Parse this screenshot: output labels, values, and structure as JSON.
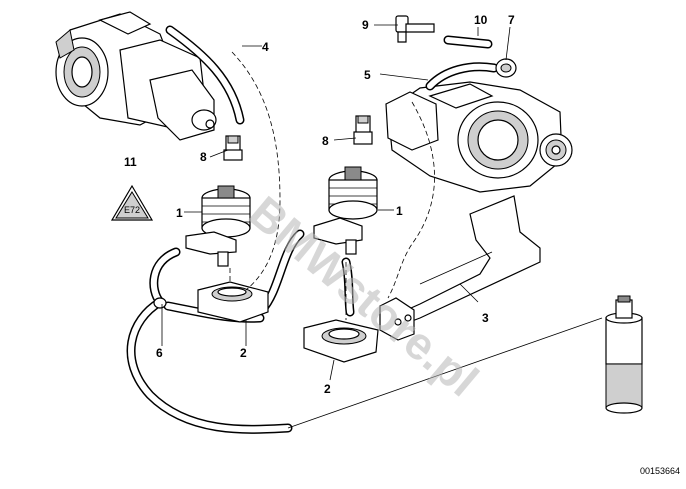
{
  "callouts": {
    "c1a": "1",
    "c1b": "1",
    "c2a": "2",
    "c2b": "2",
    "c3": "3",
    "c4": "4",
    "c5": "5",
    "c6": "6",
    "c7": "7",
    "c8a": "8",
    "c8b": "8",
    "c9": "9",
    "c10": "10",
    "c11": "11"
  },
  "warning_label": "E72",
  "reference_number": "00153664",
  "watermark": "BMWstore.pl",
  "colors": {
    "ink": "#000000",
    "shade": "#cfcfcf",
    "watermark": "#b8b8b8"
  }
}
